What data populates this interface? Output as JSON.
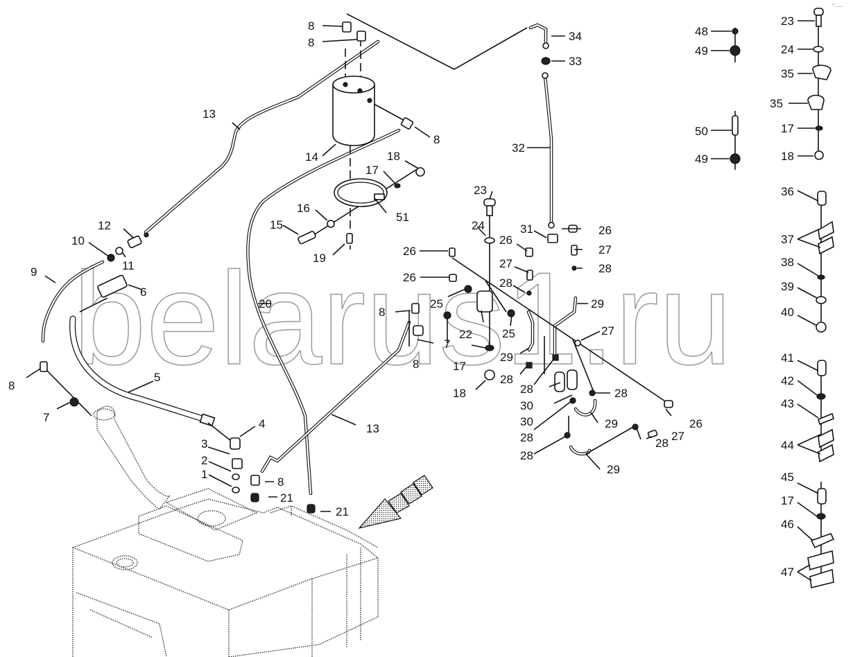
{
  "diagram": {
    "type": "exploded-parts-diagram",
    "subject": "Fuel tank and fuel lines assembly",
    "watermark": "belarus1.ru",
    "corner_mark": "″ ---",
    "direction_arrow": "forward-direction-arrow"
  },
  "callouts": [
    {
      "id": "c8a",
      "label": "8"
    },
    {
      "id": "c8b",
      "label": "8"
    },
    {
      "id": "c34",
      "label": "34"
    },
    {
      "id": "c33",
      "label": "33"
    },
    {
      "id": "c13a",
      "label": "13"
    },
    {
      "id": "c8c",
      "label": "8"
    },
    {
      "id": "c14",
      "label": "14"
    },
    {
      "id": "c32",
      "label": "32"
    },
    {
      "id": "c18a",
      "label": "18"
    },
    {
      "id": "c17a",
      "label": "17"
    },
    {
      "id": "c23a",
      "label": "23"
    },
    {
      "id": "c12",
      "label": "12"
    },
    {
      "id": "c16",
      "label": "16"
    },
    {
      "id": "c51",
      "label": "51"
    },
    {
      "id": "c15",
      "label": "15"
    },
    {
      "id": "c24a",
      "label": "24"
    },
    {
      "id": "c31",
      "label": "31"
    },
    {
      "id": "c26a",
      "label": "26"
    },
    {
      "id": "c10",
      "label": "10"
    },
    {
      "id": "c11",
      "label": "11"
    },
    {
      "id": "c19",
      "label": "19"
    },
    {
      "id": "c26b",
      "label": "26"
    },
    {
      "id": "c26c",
      "label": "26"
    },
    {
      "id": "c27a",
      "label": "27"
    },
    {
      "id": "c27b",
      "label": "27"
    },
    {
      "id": "c28a",
      "label": "28"
    },
    {
      "id": "c9",
      "label": "9"
    },
    {
      "id": "c26d",
      "label": "26"
    },
    {
      "id": "c28b",
      "label": "28"
    },
    {
      "id": "c6",
      "label": "6"
    },
    {
      "id": "c20",
      "label": "20"
    },
    {
      "id": "c25a",
      "label": "25"
    },
    {
      "id": "c29a",
      "label": "29"
    },
    {
      "id": "c8d",
      "label": "8"
    },
    {
      "id": "c7a",
      "label": "7"
    },
    {
      "id": "c22",
      "label": "22"
    },
    {
      "id": "c25b",
      "label": "25"
    },
    {
      "id": "c27c",
      "label": "27"
    },
    {
      "id": "c29b",
      "label": "29"
    },
    {
      "id": "c8e",
      "label": "8"
    },
    {
      "id": "c17b",
      "label": "17"
    },
    {
      "id": "c28c",
      "label": "28"
    },
    {
      "id": "c8f",
      "label": "8"
    },
    {
      "id": "c28d",
      "label": "28"
    },
    {
      "id": "c5",
      "label": "5"
    },
    {
      "id": "c30a",
      "label": "30"
    },
    {
      "id": "c18b",
      "label": "18"
    },
    {
      "id": "c28e",
      "label": "28"
    },
    {
      "id": "c7b",
      "label": "7"
    },
    {
      "id": "c30b",
      "label": "30"
    },
    {
      "id": "c29c",
      "label": "29"
    },
    {
      "id": "c26e",
      "label": "26"
    },
    {
      "id": "c13b",
      "label": "13"
    },
    {
      "id": "c4",
      "label": "4"
    },
    {
      "id": "c28f",
      "label": "28"
    },
    {
      "id": "c27d",
      "label": "27"
    },
    {
      "id": "c28g",
      "label": "28"
    },
    {
      "id": "c28h",
      "label": "28"
    },
    {
      "id": "c3",
      "label": "3"
    },
    {
      "id": "c2",
      "label": "2"
    },
    {
      "id": "c1",
      "label": "1"
    },
    {
      "id": "c8g",
      "label": "8"
    },
    {
      "id": "c21a",
      "label": "21"
    },
    {
      "id": "c21b",
      "label": "21"
    },
    {
      "id": "c29d",
      "label": "29"
    }
  ],
  "side_callouts": [
    {
      "id": "s48",
      "label": "48"
    },
    {
      "id": "s49a",
      "label": "49"
    },
    {
      "id": "s50",
      "label": "50"
    },
    {
      "id": "s49b",
      "label": "49"
    },
    {
      "id": "s23",
      "label": "23"
    },
    {
      "id": "s24",
      "label": "24"
    },
    {
      "id": "s35a",
      "label": "35"
    },
    {
      "id": "s35b",
      "label": "35"
    },
    {
      "id": "s17a",
      "label": "17"
    },
    {
      "id": "s18",
      "label": "18"
    },
    {
      "id": "s36",
      "label": "36"
    },
    {
      "id": "s37",
      "label": "37"
    },
    {
      "id": "s38",
      "label": "38"
    },
    {
      "id": "s39",
      "label": "39"
    },
    {
      "id": "s40",
      "label": "40"
    },
    {
      "id": "s41",
      "label": "41"
    },
    {
      "id": "s42",
      "label": "42"
    },
    {
      "id": "s43",
      "label": "43"
    },
    {
      "id": "s44",
      "label": "44"
    },
    {
      "id": "s45",
      "label": "45"
    },
    {
      "id": "s17b",
      "label": "17"
    },
    {
      "id": "s46",
      "label": "46"
    },
    {
      "id": "s47",
      "label": "47"
    }
  ]
}
